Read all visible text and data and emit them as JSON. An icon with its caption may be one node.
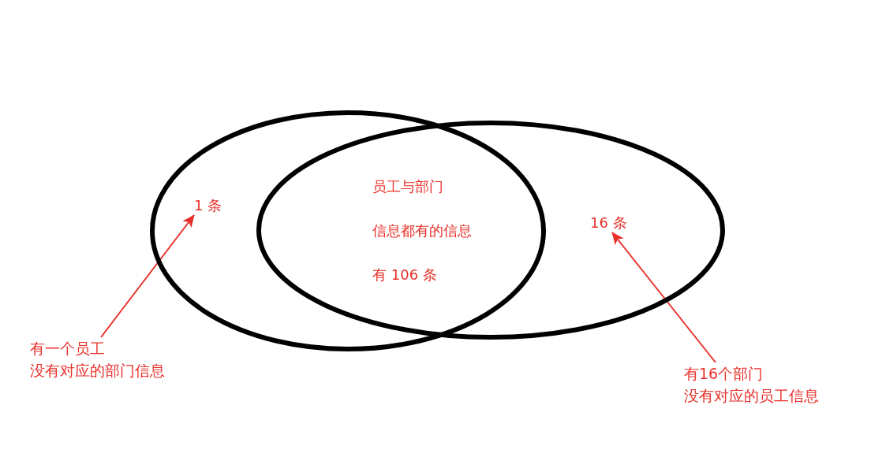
{
  "diagram": {
    "nodes": [
      {
        "text": [],
        "shape": "ellipse"
      },
      {
        "text": [],
        "shape": "ellipse"
      },
      {
        "text": [
          "1 条"
        ],
        "in": 0
      },
      {
        "text": [
          "员工与部门",
          "信息都有的信息",
          "有 106 条"
        ]
      },
      {
        "text": [
          "16 条"
        ],
        "in": 1
      },
      {
        "text": [
          "有一个员工没有对应的部门信息"
        ]
      },
      {
        "text": [
          "有16个部门没有对应的员工信息"
        ]
      }
    ],
    "edges": [
      {
        "from": 5,
        "to": 2,
        "arrow": "to"
      },
      {
        "from": 6,
        "to": 4,
        "arrow": "to"
      }
    ]
  }
}
